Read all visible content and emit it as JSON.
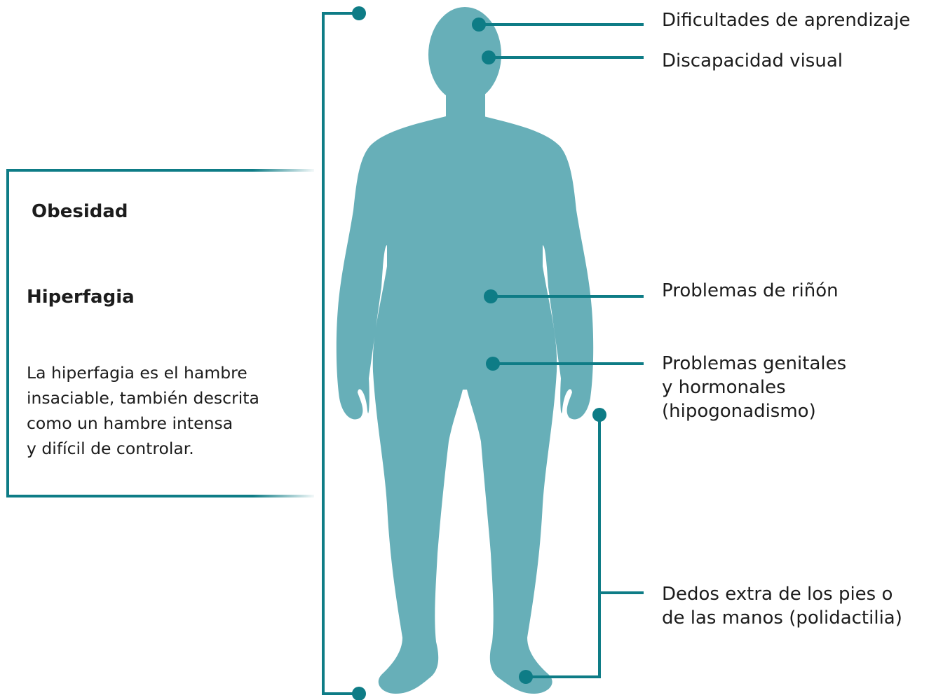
{
  "colors": {
    "body_fill": "#67afb8",
    "line": "#0e7c86",
    "dot": "#0e7c86",
    "text": "#1c1c1c"
  },
  "left_panel": {
    "heading1": "Obesidad",
    "heading2": "Hiperfagia",
    "description_lines": [
      "La hiperfagia es el hambre",
      "insaciable, también descrita",
      "como un hambre intensa",
      "y difícil de controlar."
    ]
  },
  "callouts": [
    {
      "lines": [
        "Dificultades de aprendizaje"
      ]
    },
    {
      "lines": [
        "Discapacidad visual"
      ]
    },
    {
      "lines": [
        "Problemas de riñón"
      ]
    },
    {
      "lines": [
        "Problemas genitales",
        "y hormonales",
        "(hipogonadismo)"
      ]
    },
    {
      "lines": [
        "Dedos extra de los pies o",
        "de las manos (polidactilia)"
      ]
    }
  ]
}
